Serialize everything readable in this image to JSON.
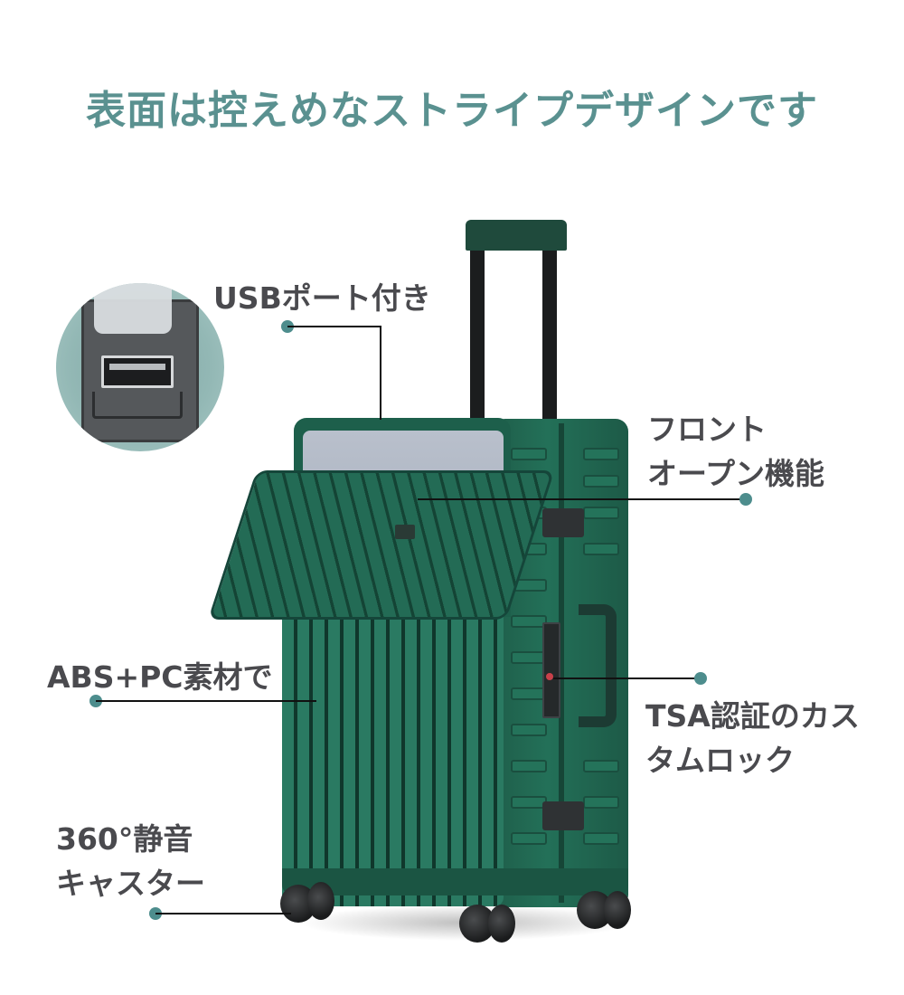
{
  "header": {
    "title": "表面は控えめなストライプデザインです"
  },
  "colors": {
    "title": "#5a9190",
    "label_text": "#4a4a4e",
    "accent_dot": "#4d8d8d",
    "leader_line": "#111111",
    "suitcase_green": "#1f6a54"
  },
  "product": {
    "type": "suitcase",
    "color_name": "green",
    "image_description": "Front-open hard-shell carry-on suitcase with telescoping handle, USB port, TSA lock and four spinner wheels"
  },
  "callouts": [
    {
      "id": "usb",
      "label": "USBポート付き",
      "icon": "usb-port-inset"
    },
    {
      "id": "front_open",
      "label_lines": [
        "フロント",
        "オープン機能"
      ]
    },
    {
      "id": "material",
      "label": "ABS+PC素材で"
    },
    {
      "id": "tsa",
      "label_lines": [
        "TSA認証のカス",
        "タムロック"
      ]
    },
    {
      "id": "casters",
      "label_lines": [
        "360°静音",
        "キャスター"
      ]
    }
  ]
}
